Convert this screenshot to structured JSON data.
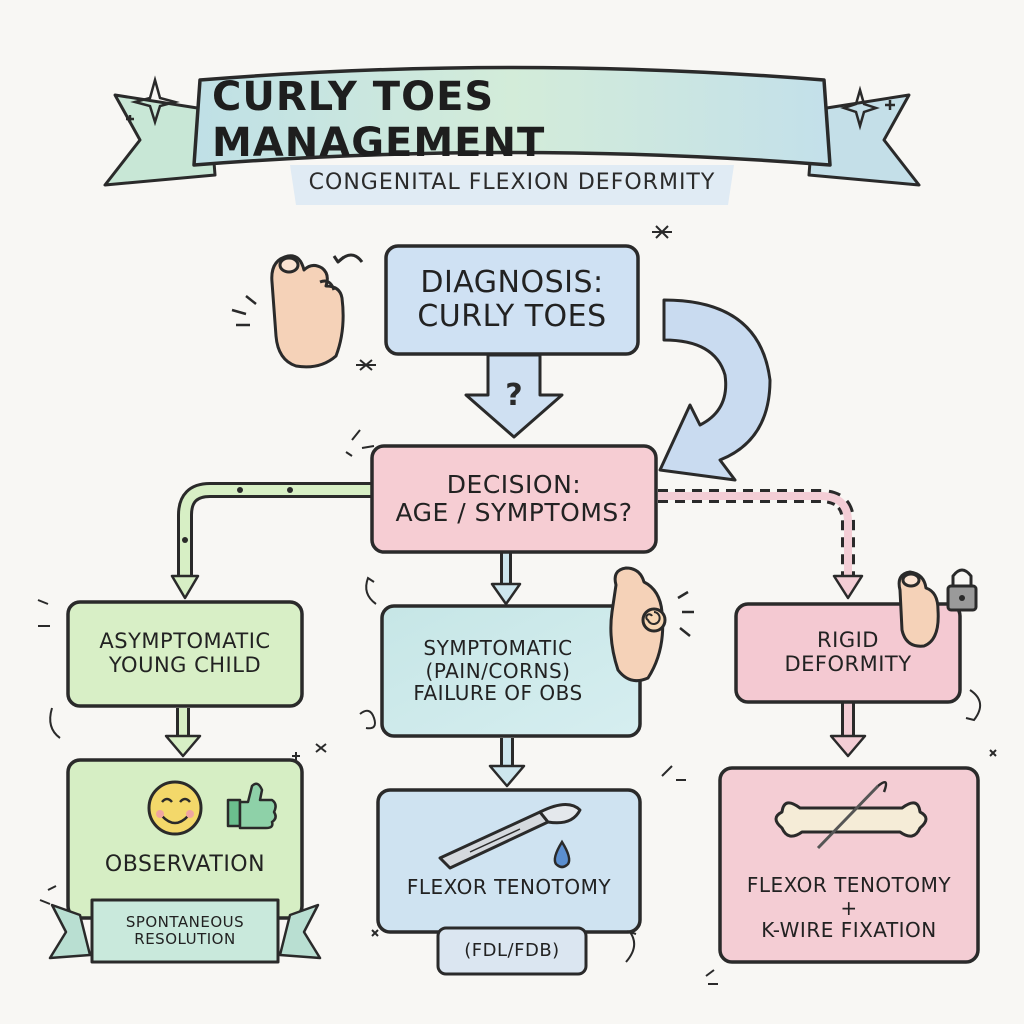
{
  "header": {
    "title": "CURLY TOES MANAGEMENT",
    "subtitle": "CONGENITAL FLEXION DEFORMITY"
  },
  "nodes": {
    "diagnosis": {
      "line1": "DIAGNOSIS:",
      "line2": "CURLY TOES"
    },
    "decision": {
      "line1": "DECISION:",
      "line2": "AGE / SYMPTOMS?"
    },
    "asymptomatic": {
      "line1": "ASYMPTOMATIC",
      "line2": "YOUNG CHILD"
    },
    "symptomatic": {
      "line1": "SYMPTOMATIC",
      "line2": "(PAIN/CORNS)",
      "line3": "FAILURE OF OBS"
    },
    "rigid": {
      "line1": "RIGID",
      "line2": "DEFORMITY"
    },
    "observation": {
      "label": "OBSERVATION",
      "ribbon_line1": "SPONTANEOUS",
      "ribbon_line2": "RESOLUTION"
    },
    "tenotomy": {
      "label": "FLEXOR TENOTOMY",
      "note": "(FDL/FDB)"
    },
    "kwire": {
      "line1": "FLEXOR TENOTOMY",
      "line2": "+",
      "line3": "K-WIRE FIXATION"
    }
  },
  "arrow_question_mark": "?",
  "colors": {
    "blue": "#cfe2f3",
    "pink": "#f7cdd3",
    "green": "#d8efc6",
    "teal": "#cde9e4",
    "ink": "#2a2a2a"
  },
  "icons": [
    "curled-toe-icon",
    "bent-toe-pain-icon",
    "toe-lock-icon",
    "smiley-face-icon",
    "thumbs-up-icon",
    "scalpel-icon",
    "blood-drop-icon",
    "bone-with-kwire-icon"
  ]
}
